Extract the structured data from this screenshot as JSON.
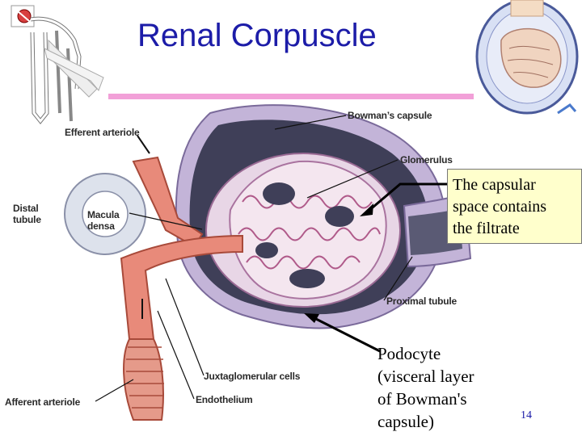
{
  "slide": {
    "title": "Renal Corpuscle",
    "page_number": "14"
  },
  "labels": {
    "bowmans_capsule": "Bowman’s capsule",
    "efferent_arteriole": "Efferent arteriole",
    "glomerulus": "Glomerulus",
    "distal_tubule_line1": "Distal",
    "distal_tubule_line2": "tubule",
    "macula_densa_line1": "Macula",
    "macula_densa_line2": "densa",
    "proximal_tubule": "Proximal tubule",
    "juxtaglomerular_cells": "Juxtaglomerular cells",
    "afferent_arteriole": "Afferent arteriole",
    "endothelium": "Endothelium"
  },
  "callout": {
    "line1": "The capsular",
    "line2": "space contains",
    "line3": "the filtrate"
  },
  "podocyte_note": {
    "line1": "Podocyte",
    "line2": "(visceral layer",
    "line3": "of Bowman's",
    "line4": "capsule)"
  },
  "colors": {
    "title": "#1c1ca8",
    "accent_bar": "#f2a0d8",
    "callout_bg": "#ffffcc",
    "vessel": "#e88a7a",
    "capsule": "#b9a6cf"
  },
  "icons": {
    "nephron_thumbnail": "nephron-icon",
    "glomerulus_model": "fist-in-balloon-icon"
  }
}
